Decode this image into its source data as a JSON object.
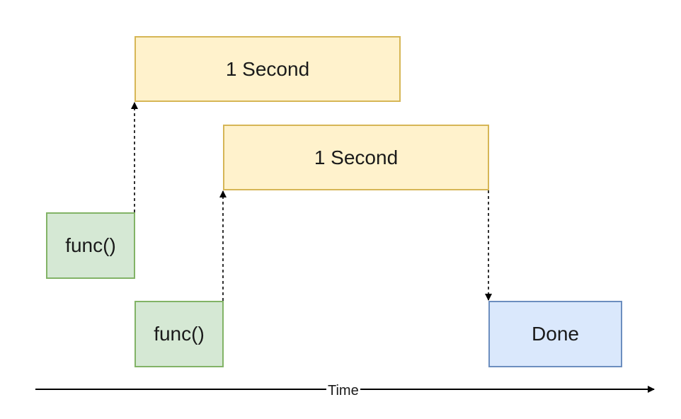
{
  "boxes": {
    "timer_first": "1 Second",
    "timer_second": "1 Second",
    "call_first": "func()",
    "call_second": "func()",
    "done": "Done"
  },
  "axis": {
    "label": "Time"
  },
  "colors": {
    "yellow_fill": "#fff2cc",
    "yellow_stroke": "#d6b656",
    "green_fill": "#d5e8d4",
    "green_stroke": "#82b366",
    "blue_fill": "#dae8fc",
    "blue_stroke": "#6c8ebf"
  }
}
